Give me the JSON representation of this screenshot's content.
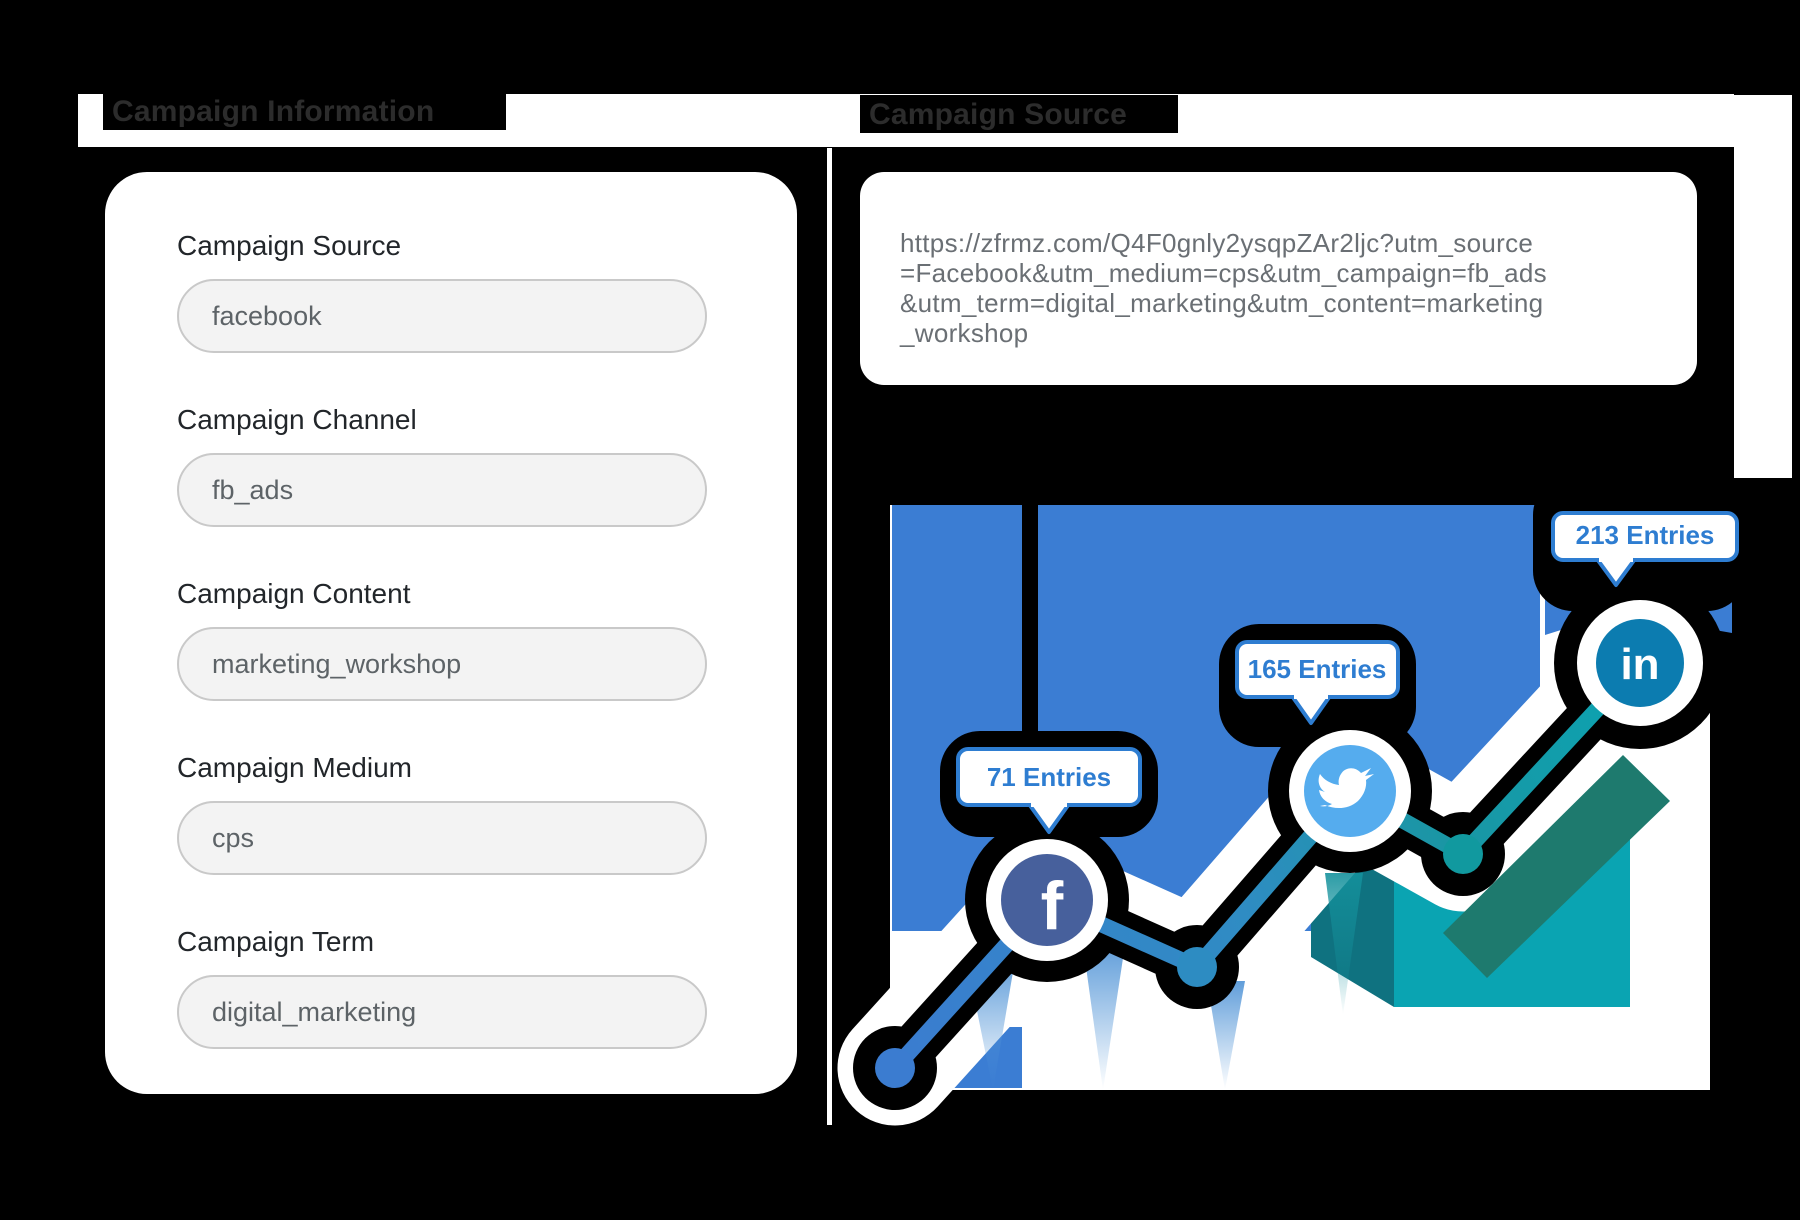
{
  "headers": {
    "left": "Campaign Information",
    "right": "Campaign Source"
  },
  "form": {
    "fields": [
      {
        "label": "Campaign Source",
        "value": "facebook"
      },
      {
        "label": "Campaign Channel",
        "value": "fb_ads"
      },
      {
        "label": "Campaign Content",
        "value": "marketing_workshop"
      },
      {
        "label": "Campaign Medium",
        "value": "cps"
      },
      {
        "label": "Campaign Term",
        "value": "digital_marketing"
      }
    ]
  },
  "url_panel": {
    "url": "https://zfrmz.com/Q4F0gnly2ysqpZAr2ljc?utm_source=Facebook&utm_medium=cps&utm_campaign=fb_ads&utm_term=digital_marketing&utm_content=marketing_workshop",
    "url_lines": [
      "https://zfrmz.com/Q4F0gnly2ysqpZAr2ljc?utm_source",
      "=Facebook&utm_medium=cps&utm_campaign=fb_ads",
      "&utm_term=digital_marketing&utm_content=marketing",
      "_workshop"
    ]
  },
  "illustration": {
    "entries": [
      {
        "platform": "Facebook",
        "count": 71
      },
      {
        "platform": "Twitter",
        "count": 165
      },
      {
        "platform": "LinkedIn",
        "count": 213
      }
    ],
    "badges": {
      "facebook": "71 Entries",
      "twitter": "165 Entries",
      "linkedin": "213 Entries"
    },
    "glyphs": {
      "facebook": "f",
      "linkedin": "in"
    },
    "colors": {
      "facebook": "#47609c",
      "twitter": "#55acee",
      "linkedin": "#0c7cb0",
      "accent_blue": "#2e7dd1",
      "chart_blue": "#3b7dd3",
      "teal": "#0aa4b2",
      "dark_teal": "#0f7280"
    }
  }
}
